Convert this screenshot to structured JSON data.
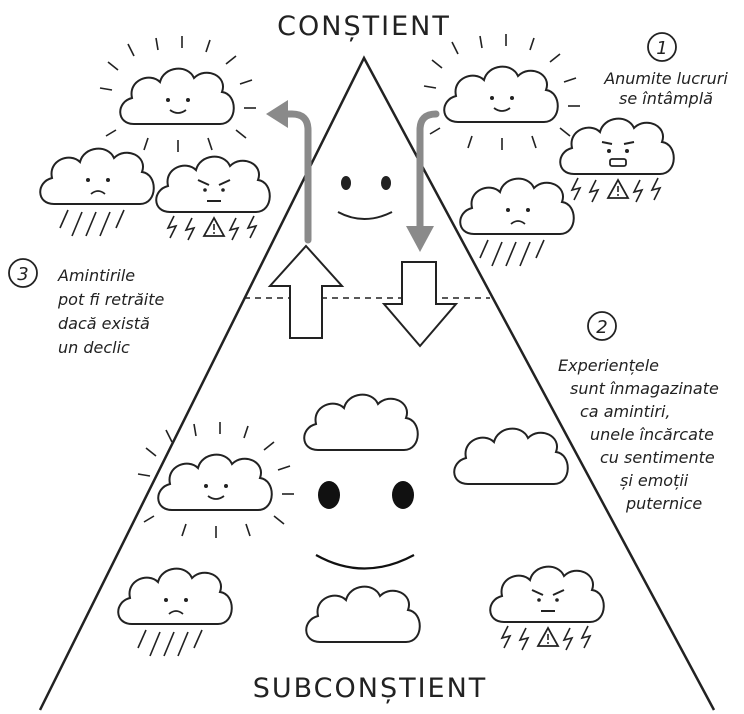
{
  "title_top": "CONȘTIENT",
  "title_bottom": "SUBCONȘTIENT",
  "notes": {
    "n1": {
      "number": "1",
      "lines": [
        "Anumite lucruri",
        "se întâmplă"
      ]
    },
    "n2": {
      "number": "2",
      "lines": [
        "Experiențele",
        "sunt înmagazinate",
        "ca amintiri,",
        "unele încărcate",
        "cu sentimente",
        "și emoții",
        "puternice"
      ]
    },
    "n3": {
      "number": "3",
      "lines": [
        "Amintirile",
        "pot fi retrăite",
        "dacă există",
        "un declic"
      ]
    }
  },
  "icons": {
    "top_left": [
      "sun-cloud-happy-icon",
      "rain-cloud-sad-icon",
      "storm-cloud-angry-icon"
    ],
    "top_right": [
      "sun-cloud-happy-icon",
      "storm-cloud-alarmed-icon",
      "rain-cloud-sad-icon"
    ],
    "bottom": [
      "cloud-plain-icon",
      "sun-cloud-happy-icon",
      "cloud-plain-icon",
      "rain-cloud-sad-icon",
      "cloud-plain-icon",
      "storm-cloud-angry-icon"
    ]
  },
  "colors": {
    "line": "#222222",
    "arrow_grey": "#8a8a8a",
    "background": "#ffffff"
  }
}
